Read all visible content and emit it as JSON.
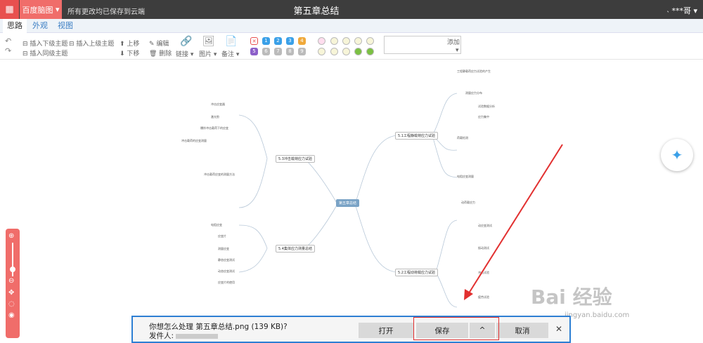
{
  "titlebar": {
    "app_name": "百度脑图",
    "save_status": "所有更改均已保存到云端",
    "doc_title": "第五章总结",
    "user": "***哥"
  },
  "tabs": [
    {
      "label": "思路"
    },
    {
      "label": "外观"
    },
    {
      "label": "视图"
    }
  ],
  "toolbar": {
    "insert_child": "插入下级主题",
    "insert_parent": "插入上级主题",
    "insert_sibling": "插入同级主题",
    "move_up": "上移",
    "move_down": "下移",
    "edit": "编辑",
    "delete": "删除",
    "link": "链接",
    "image": "图片",
    "note": "备注",
    "add": "添加"
  },
  "priority_colors": [
    "#e8504f",
    "#3aa0e8",
    "#3aa0e8",
    "#3aa0e8",
    "#f0a93a",
    "#8c5fc9",
    "#bbbbbb",
    "#bbbbbb",
    "#bbbbbb",
    "#bbbbbb"
  ],
  "priority_labels": [
    "✕",
    "1",
    "2",
    "3",
    "4",
    "5",
    "6",
    "7",
    "8",
    "9"
  ],
  "mindmap": {
    "root": "第五章总结",
    "left": [
      {
        "title": "5.3冲击载荷应力试验",
        "leaves": [
          "冲击应变器",
          "激光剪",
          "爆炸冲击载荷下的应变",
          "冲击载荷的应变测量",
          "冲击载荷应变的测量方法"
        ]
      },
      {
        "title": "5.4集体应力测量总结",
        "leaves": [
          "电阻应变",
          "应变片",
          "测量应变",
          "静态应变测试",
          "动态应变测试",
          "应变片的使用"
        ]
      }
    ],
    "right": [
      {
        "title": "5.1工程静载荷应力试验",
        "leaves": [
          "工程静载荷应力试验的产生",
          "测量应力分布",
          "试验数据分析",
          "应力集中",
          "荷载检测",
          "电阻应变测量"
        ]
      },
      {
        "title": "5.2工程动荷载应力试验",
        "leaves": [
          "动荷载应力",
          "动应变测试",
          "振动测试",
          "冲击试验",
          "疲劳试验"
        ]
      }
    ]
  },
  "download": {
    "question": "你想怎么处理 第五章总结.png (139 KB)?",
    "sender": "发件人: ",
    "open": "打开",
    "save": "保存",
    "cancel": "取消"
  },
  "watermark": {
    "text": "Bai 经验",
    "url": "jingyan.baidu.com"
  }
}
